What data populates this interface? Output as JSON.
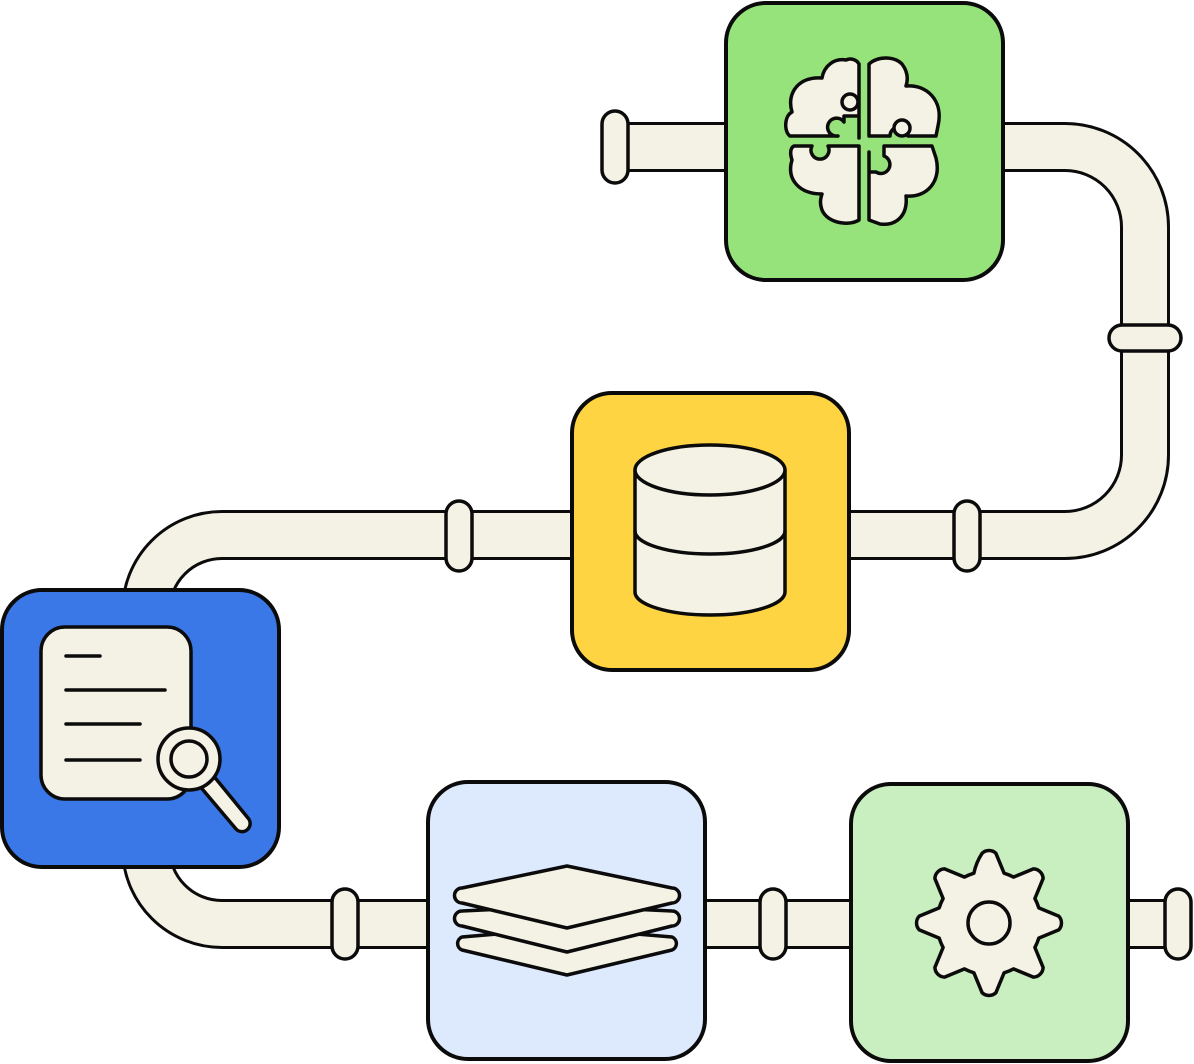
{
  "colors": {
    "stroke": "#0b0b0b",
    "pipe": "#f4f2e5",
    "knowledge_box": "#97e37b",
    "database_box": "#ffd443",
    "document_box": "#3b78e7",
    "layers_box": "#dde9fd",
    "settings_box": "#c9eec0"
  },
  "nodes": [
    {
      "id": "knowledge",
      "icon": "brain-puzzle-icon"
    },
    {
      "id": "database",
      "icon": "database-icon"
    },
    {
      "id": "document",
      "icon": "document-search-icon"
    },
    {
      "id": "layers",
      "icon": "layers-icon"
    },
    {
      "id": "settings",
      "icon": "gear-icon"
    }
  ],
  "flow": [
    "knowledge",
    "database",
    "document",
    "layers",
    "settings"
  ]
}
